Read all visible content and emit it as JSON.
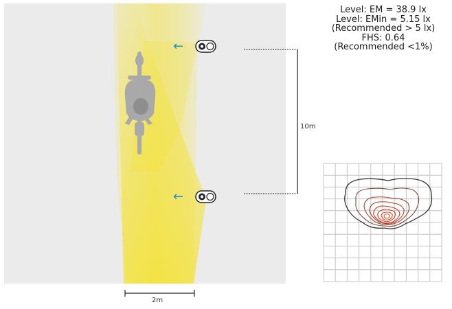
{
  "stats": {
    "em": "Level: EM = 38.9 lx",
    "emin": "Level: EMin = 5.15 lx",
    "emin_note": "(Recommended > 5 lx)",
    "fhs": "FHS: 0.64",
    "fhs_note": "(Recommended <1%)"
  },
  "labels": {
    "distance": "10m",
    "width": "2m"
  },
  "arrows": {
    "glyph": "←"
  },
  "colors": {
    "road": "#ebebeb",
    "beam": "#f5e11e",
    "cyclist": "#a9a9a9",
    "arrow": "#1e8fd6",
    "grid": "#c4c4c4",
    "contour_outer": "#333333",
    "contour_inner": "#c0341c"
  },
  "icons": [
    "lamp-icon",
    "cyclist-icon",
    "arrow-left-icon",
    "iso-contour-chart"
  ]
}
